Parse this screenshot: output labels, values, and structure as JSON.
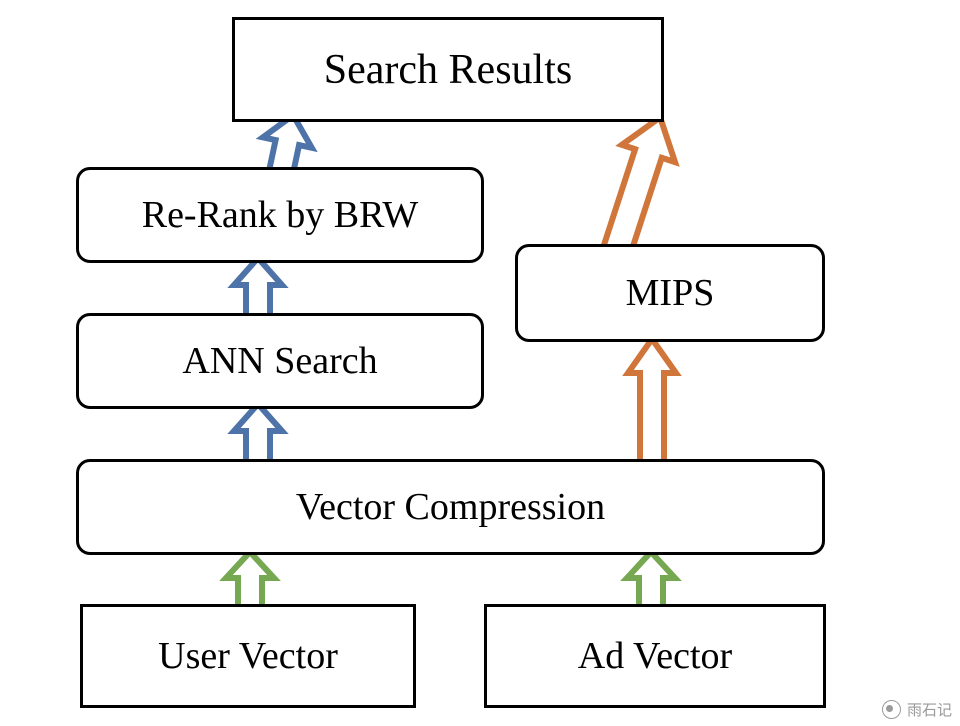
{
  "diagram": {
    "type": "flowchart",
    "title": "",
    "background": "#ffffff",
    "nodes": [
      {
        "id": "search-results",
        "label": "Search Results",
        "shape": "rectangle",
        "border": "#000000",
        "fill": "#ffffff"
      },
      {
        "id": "rerank",
        "label": "Re-Rank by BRW",
        "shape": "rounded-rectangle",
        "border": "#000000",
        "fill": "#ffffff"
      },
      {
        "id": "ann-search",
        "label": "ANN Search",
        "shape": "rounded-rectangle",
        "border": "#000000",
        "fill": "#ffffff"
      },
      {
        "id": "mips",
        "label": "MIPS",
        "shape": "rounded-rectangle",
        "border": "#000000",
        "fill": "#ffffff"
      },
      {
        "id": "vector-compression",
        "label": "Vector Compression",
        "shape": "rounded-rectangle",
        "border": "#000000",
        "fill": "#ffffff"
      },
      {
        "id": "user-vector",
        "label": "User Vector",
        "shape": "rectangle",
        "border": "#000000",
        "fill": "#ffffff"
      },
      {
        "id": "ad-vector",
        "label": "Ad Vector",
        "shape": "rectangle",
        "border": "#000000",
        "fill": "#ffffff"
      }
    ],
    "arrows": [
      {
        "id": "user-vector-to-vector-compression",
        "from": "user-vector",
        "to": "vector-compression",
        "color": "#76a852",
        "fill": "#ffffff",
        "direction": "up"
      },
      {
        "id": "ad-vector-to-vector-compression",
        "from": "ad-vector",
        "to": "vector-compression",
        "color": "#76a852",
        "fill": "#ffffff",
        "direction": "up"
      },
      {
        "id": "vector-compression-to-ann-search",
        "from": "vector-compression",
        "to": "ann-search",
        "color": "#4e73a8",
        "fill": "#ffffff",
        "direction": "up"
      },
      {
        "id": "ann-search-to-rerank",
        "from": "ann-search",
        "to": "rerank",
        "color": "#4e73a8",
        "fill": "#ffffff",
        "direction": "up"
      },
      {
        "id": "rerank-to-search-results",
        "from": "rerank",
        "to": "search-results",
        "color": "#4e73a8",
        "fill": "#ffffff",
        "direction": "up"
      },
      {
        "id": "vector-compression-to-mips",
        "from": "vector-compression",
        "to": "mips",
        "color": "#d1763a",
        "fill": "#ffffff",
        "direction": "up"
      },
      {
        "id": "mips-to-search-results",
        "from": "mips",
        "to": "search-results",
        "color": "#d1763a",
        "fill": "#ffffff",
        "direction": "up-left"
      }
    ]
  },
  "watermark": {
    "text": "雨石记",
    "color": "#9a9a9a"
  }
}
